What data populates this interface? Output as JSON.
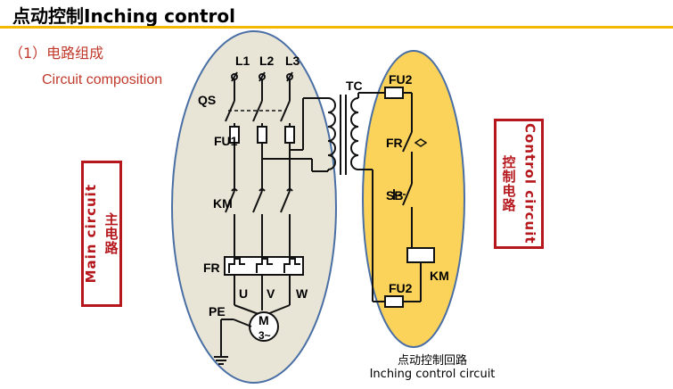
{
  "header": {
    "title": "点动控制Inching  control"
  },
  "section": {
    "number_label": "（1）电路组成",
    "subtitle": "Circuit composition"
  },
  "boxes": {
    "main_cn": "主电路",
    "main_en": "Main circuit",
    "control_cn": "控制电路",
    "control_en": "Control circuit"
  },
  "diagram": {
    "labels": {
      "l1": "L1",
      "l2": "L2",
      "l3": "L3",
      "qs": "QS",
      "fu1": "FU1",
      "km_main": "KM",
      "fr_main": "FR",
      "u": "U",
      "v": "V",
      "w": "W",
      "pe": "PE",
      "motor_m": "M",
      "motor_phase": "3~",
      "tc": "TC",
      "fu2_top": "FU2",
      "fr_ctrl": "FR",
      "sb": "SB",
      "km_coil": "KM",
      "fu2_bottom": "FU2"
    },
    "colors": {
      "main_fill": "#e8e4d6",
      "ctrl_fill": "#fbd35a",
      "ellipse_stroke": "#4a6fa5",
      "accent": "#f5b800",
      "label_red": "#b5171c"
    }
  },
  "caption": {
    "line1": "点动控制回路",
    "line2": "Inching control circuit"
  }
}
